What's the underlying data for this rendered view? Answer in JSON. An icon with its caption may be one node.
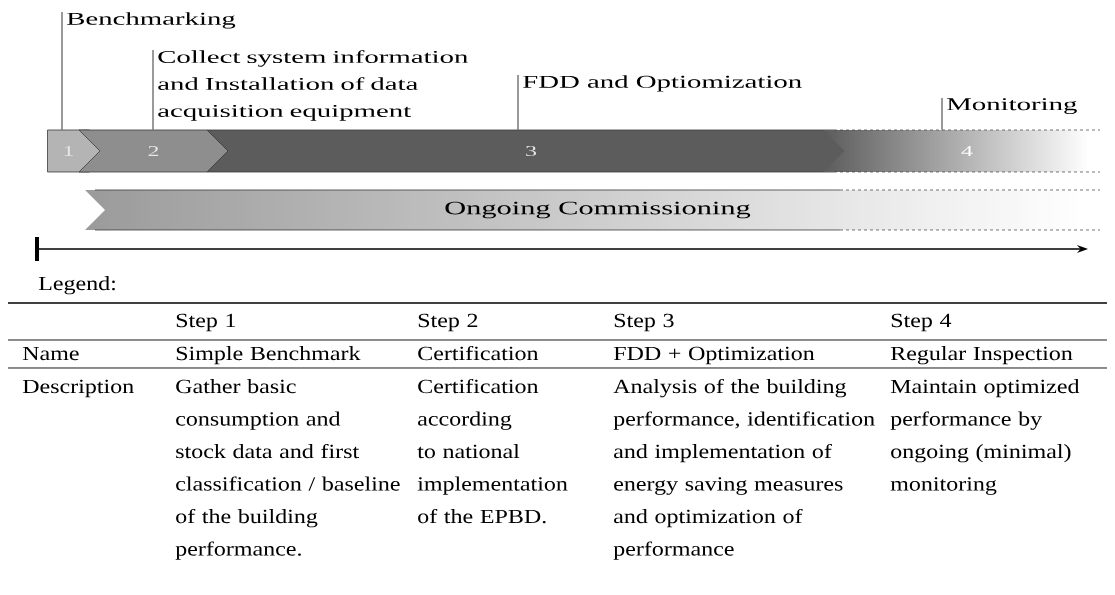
{
  "diagram": {
    "nodes": [
      {
        "text": [
          "Benchmarking"
        ]
      },
      {
        "text": [
          "Collect system information and Installation of data acquisition equipment"
        ]
      },
      {
        "text": [
          "FDD and Optiomization"
        ]
      },
      {
        "text": [
          "Monitoring"
        ]
      },
      {
        "text": [
          "1"
        ]
      },
      {
        "text": [
          "2"
        ]
      },
      {
        "text": [
          "3"
        ]
      },
      {
        "text": [
          "4"
        ]
      },
      {
        "text": [
          "Ongoing Commissioning"
        ]
      }
    ],
    "edges": [
      {
        "from": 0,
        "to": 4,
        "arrow": "none"
      },
      {
        "from": 1,
        "to": 5,
        "arrow": "none"
      },
      {
        "from": 2,
        "to": 6,
        "arrow": "none"
      },
      {
        "from": 3,
        "to": 7,
        "arrow": "none"
      }
    ],
    "labels": [
      "Legend:",
      "Step 1",
      "Step 2",
      "Step 3",
      "Step 4",
      "Name",
      "Simple Benchmark",
      "Certification",
      "FDD + Optimization",
      "Regular Inspection",
      "Description",
      "Gather basic consumption and stock data and first classification / baseline of the building performance.",
      "Certification according to national implementation of the EPBD.",
      "Analysis of the building performance, identification and implementation of energy saving measures and optimization of performance",
      "Maintain optimized performance by ongoing (minimal) monitoring"
    ]
  }
}
